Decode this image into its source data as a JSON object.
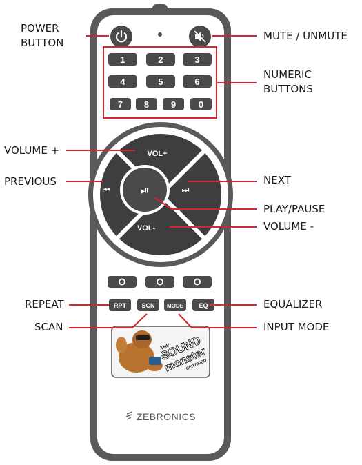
{
  "labels": {
    "power": "POWER\nBUTTON",
    "mute": "MUTE / UNMUTE",
    "numeric": "NUMERIC\nBUTTONS",
    "volume_up": "VOLUME +",
    "previous": "PREVIOUS",
    "next": "NEXT",
    "play_pause": "PLAY/PAUSE",
    "volume_down": "VOLUME -",
    "repeat": "REPEAT",
    "equalizer": "EQUALIZER",
    "scan": "SCAN",
    "input_mode": "INPUT MODE"
  },
  "keypad": {
    "row1": [
      "1",
      "2",
      "3"
    ],
    "row2": [
      "4",
      "5",
      "6"
    ],
    "row3": [
      "7",
      "8",
      "9",
      "0"
    ]
  },
  "dpad": {
    "vol_up": "VOL+",
    "vol_down": "VOL-",
    "previous_glyph": "⏮",
    "next_glyph": "⏭",
    "play_pause_glyph": "⏯"
  },
  "function_buttons": [
    "RPT",
    "SCN",
    "MODE",
    "EQ"
  ],
  "badge": {
    "line1": "THE",
    "line2": "SOUND",
    "line3": "monster",
    "line4": "CERTIFIED"
  },
  "brand": "ZEBRONICS",
  "icons": {
    "power": "power-icon",
    "mute": "speaker-muted-icon"
  },
  "colors": {
    "callout_line": "#d9232e",
    "remote_outline": "#5a5a5a",
    "button_fill": "#4a4a4a"
  }
}
